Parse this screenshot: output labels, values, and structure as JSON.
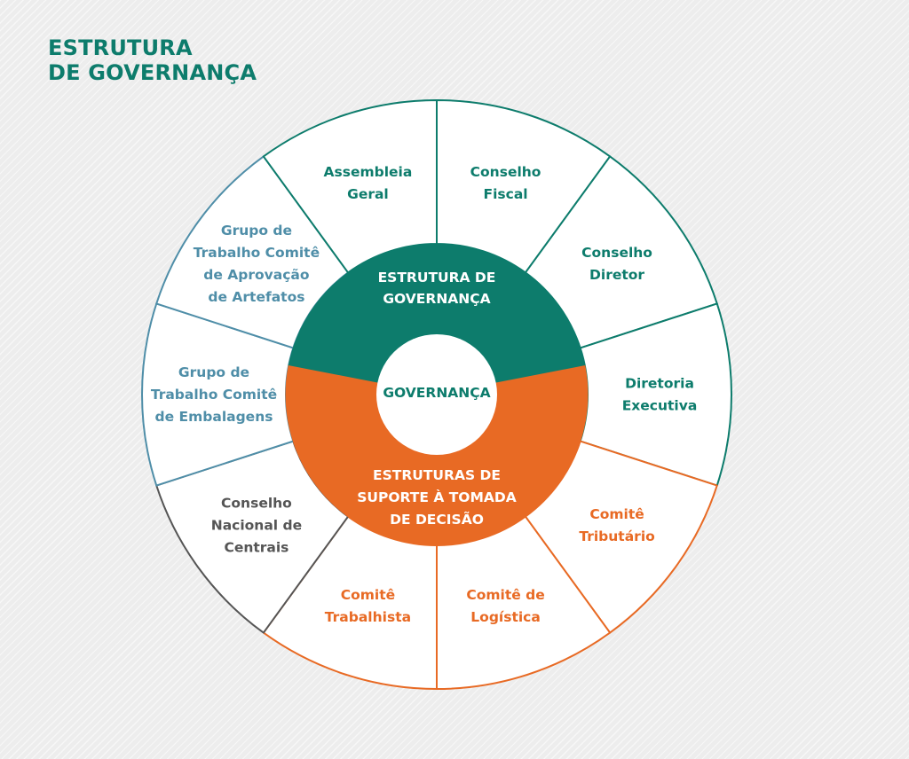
{
  "title": {
    "line1": "ESTRUTURA",
    "line2": "DE GOVERNANÇA"
  },
  "colors": {
    "teal": "#0d7c6c",
    "orange": "#e86a24",
    "blue": "#4f8ea8",
    "gray": "#555555",
    "white": "#ffffff"
  },
  "center": {
    "label": "GOVERNANÇA"
  },
  "inner_ring": {
    "top": {
      "lines": [
        "ESTRUTURA DE",
        "GOVERNANÇA"
      ]
    },
    "bottom": {
      "lines": [
        "ESTRUTURAS DE",
        "SUPORTE À TOMADA",
        "DE DECISÃO"
      ]
    }
  },
  "segments": [
    {
      "key": "conselho-fiscal",
      "lines": [
        "Conselho",
        "Fiscal"
      ],
      "color": "teal"
    },
    {
      "key": "conselho-diretor",
      "lines": [
        "Conselho",
        "Diretor"
      ],
      "color": "teal"
    },
    {
      "key": "diretoria-executiva",
      "lines": [
        "Diretoria",
        "Executiva"
      ],
      "color": "teal"
    },
    {
      "key": "comite-tributario",
      "lines": [
        "Comitê",
        "Tributário"
      ],
      "color": "orange"
    },
    {
      "key": "comite-logistica",
      "lines": [
        "Comitê de",
        "Logística"
      ],
      "color": "orange"
    },
    {
      "key": "comite-trabalhista",
      "lines": [
        "Comitê",
        "Trabalhista"
      ],
      "color": "orange"
    },
    {
      "key": "conselho-nacional-centrais",
      "lines": [
        "Conselho",
        "Nacional de",
        "Centrais"
      ],
      "color": "gray"
    },
    {
      "key": "grupo-comite-embalagens",
      "lines": [
        "Grupo de",
        "Trabalho Comitê",
        "de Embalagens"
      ],
      "color": "blue"
    },
    {
      "key": "grupo-comite-aprovacao-artefatos",
      "lines": [
        "Grupo de",
        "Trabalho Comitê",
        "de Aprovação",
        "de Artefatos"
      ],
      "color": "blue"
    },
    {
      "key": "assembleia-geral",
      "lines": [
        "Assembleia",
        "Geral"
      ],
      "color": "teal"
    }
  ]
}
